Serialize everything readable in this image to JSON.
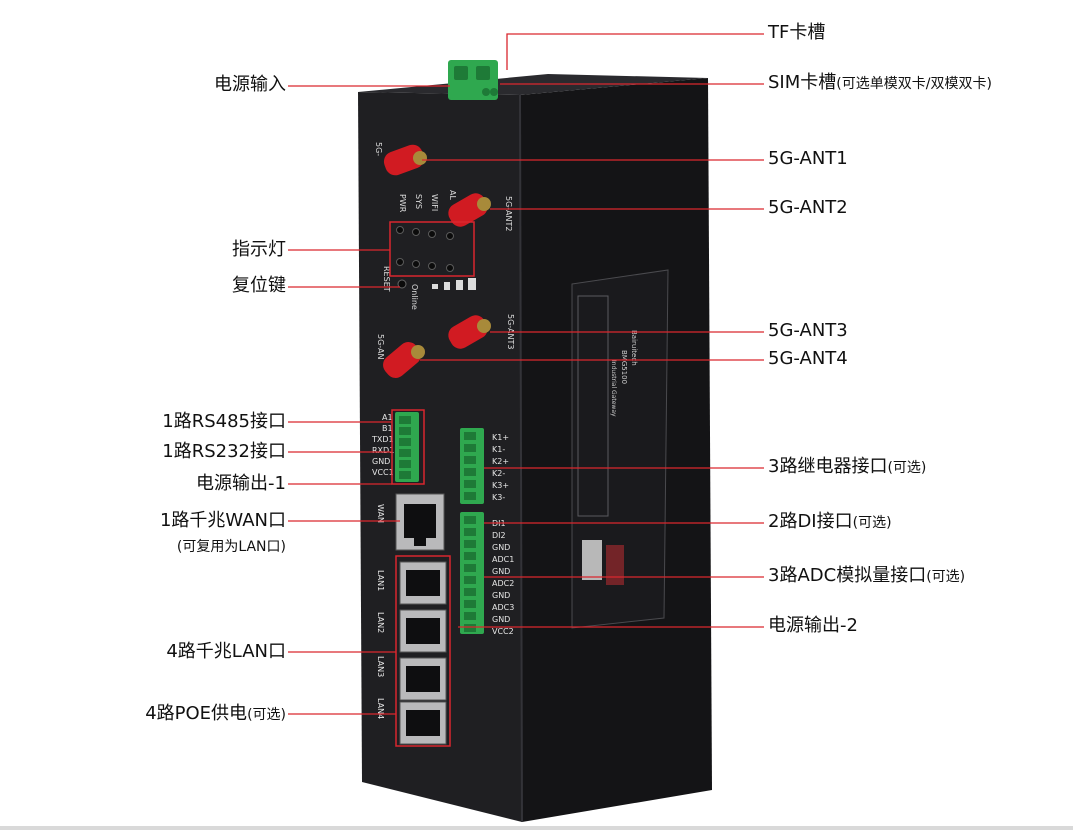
{
  "colors": {
    "leader": "#d9272e",
    "housing": "#1b1b1d",
    "terminal": "#2fa84f",
    "antenna": "#d11b22"
  },
  "device": {
    "brand": "Bairuitech",
    "model": "BMG5100",
    "subtitle": "Industrial Gateway",
    "led_labels": [
      "PWR",
      "SYS",
      "WIFI",
      "AL"
    ],
    "reset_label": "RESET",
    "online_label": "Online",
    "ant1_silk": "5G-",
    "ant2_silk": "5G-ANT2",
    "ant3_silk": "5G-ANT3",
    "ant4_silk": "5G-AN",
    "left_terminal_pins": [
      "A1",
      "B1",
      "TXD1",
      "RXD1",
      "GND",
      "VCC1"
    ],
    "relay_pins": [
      "K1+",
      "K1-",
      "K2+",
      "K2-",
      "K3+",
      "K3-"
    ],
    "io_pins": [
      "DI1",
      "DI2",
      "GND",
      "ADC1",
      "GND",
      "ADC2",
      "GND",
      "ADC3",
      "GND",
      "VCC2"
    ],
    "port_labels": {
      "wan": "WAN",
      "lan1": "LAN1",
      "lan2": "LAN2",
      "lan3": "LAN3",
      "lan4": "LAN4"
    }
  },
  "callouts": {
    "power_input": "电源输入",
    "indicator": "指示灯",
    "reset_key": "复位键",
    "rs485": "1路RS485接口",
    "rs232": "1路RS232接口",
    "power_out1": "电源输出-1",
    "wan": "1路千兆WAN口",
    "wan_note": "(可复用为LAN口)",
    "lan": "4路千兆LAN口",
    "poe": "4路POE供电",
    "poe_note": "(可选)",
    "tf": "TF卡槽",
    "sim": "SIM卡槽",
    "sim_note": "(可选单模双卡/双模双卡)",
    "ant1": "5G-ANT1",
    "ant2": "5G-ANT2",
    "ant3": "5G-ANT3",
    "ant4": "5G-ANT4",
    "relay": "3路继电器接口",
    "relay_note": "(可选)",
    "di": "2路DI接口",
    "di_note": "(可选)",
    "adc": "3路ADC模拟量接口",
    "adc_note": "(可选)",
    "power_out2": "电源输出-2"
  }
}
